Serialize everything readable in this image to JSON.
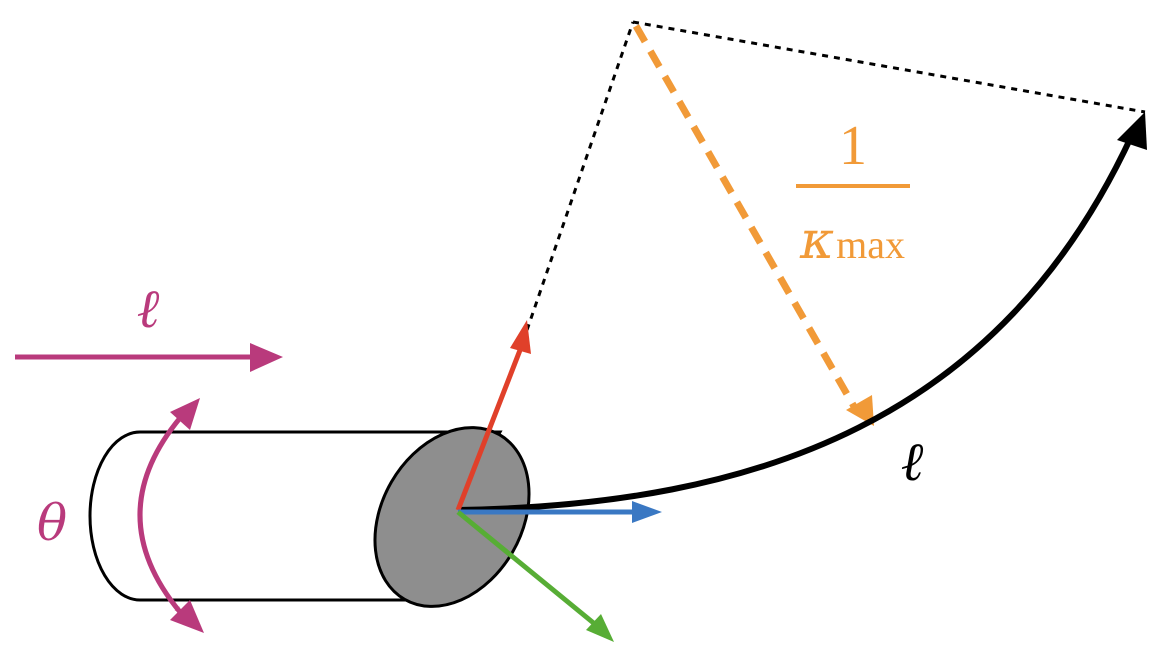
{
  "labels": {
    "insertion_symbol": "ℓ",
    "rotation_symbol": "θ",
    "arc_length_symbol": "ℓ",
    "radius_numerator": "1",
    "radius_kappa": "κ",
    "radius_subscript": "max"
  },
  "colors": {
    "magenta": "#b93a7c",
    "orange": "#f19a38",
    "red": "#e0402a",
    "blue": "#3a78c3",
    "green": "#57ad35",
    "black": "#000000",
    "cylinder_fill": "#ffffff",
    "disk_fill": "#8e8e8e"
  }
}
